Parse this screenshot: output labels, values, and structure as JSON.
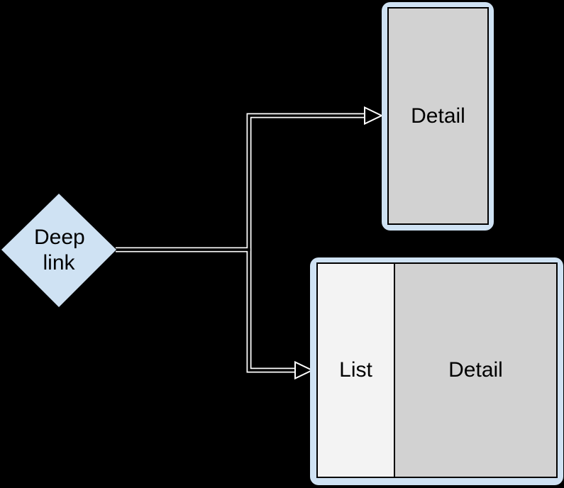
{
  "canvas": {
    "background": "#000000",
    "width": "795",
    "height": "688"
  },
  "colors": {
    "frame_blue": "#cfe2f3",
    "panel_gray": "#d2d2d2",
    "panel_light": "#f3f3f3",
    "connector_white": "#ffffff",
    "panel_border": "#000000",
    "text": "#000000"
  },
  "nodes": {
    "deep_link": {
      "shape": "diamond",
      "label": "Deep link"
    },
    "detail_screen": {
      "shape": "phone-frame",
      "label": "Detail"
    },
    "list_detail_screen": {
      "shape": "split-frame",
      "list_label": "List",
      "detail_label": "Detail"
    }
  },
  "connectors": [
    {
      "from": "deep_link",
      "to": "detail_screen",
      "type": "elbow",
      "arrowhead": "open-triangle"
    },
    {
      "from": "deep_link",
      "to": "list_detail_screen",
      "type": "elbow",
      "arrowhead": "open-triangle"
    }
  ]
}
